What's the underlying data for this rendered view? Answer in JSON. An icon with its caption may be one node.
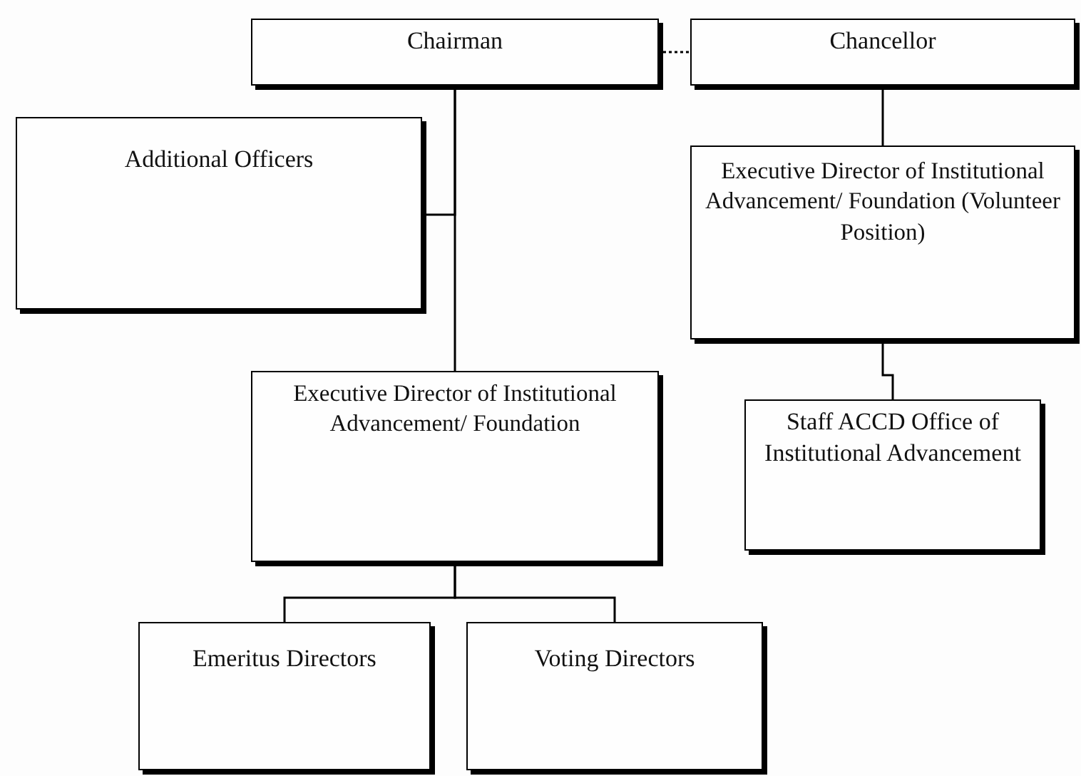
{
  "diagram": {
    "nodes": [
      {
        "text": [
          "Chairman"
        ]
      },
      {
        "text": [
          "Chancellor"
        ]
      },
      {
        "text": [
          "Additional Officers"
        ]
      },
      {
        "text": [
          "Executive Director of Institutional Advancement/ Foundation (Volunteer Position)"
        ]
      },
      {
        "text": [
          "Executive Director of Institutional Advancement/ Foundation"
        ]
      },
      {
        "text": [
          "Staff ACCD Office of Institutional Advancement"
        ]
      },
      {
        "text": [
          "Emeritus Directors"
        ]
      },
      {
        "text": [
          "Voting Directors"
        ]
      }
    ],
    "edges": [
      {
        "from": 0,
        "to": 1,
        "arrow": "none",
        "style": "dashed"
      },
      {
        "from": 0,
        "to": 2,
        "arrow": "none"
      },
      {
        "from": 0,
        "to": 4,
        "arrow": "none"
      },
      {
        "from": 1,
        "to": 3,
        "arrow": "none"
      },
      {
        "from": 3,
        "to": 5,
        "arrow": "none"
      },
      {
        "from": 4,
        "to": 6,
        "arrow": "none"
      },
      {
        "from": 4,
        "to": 7,
        "arrow": "none"
      }
    ]
  }
}
